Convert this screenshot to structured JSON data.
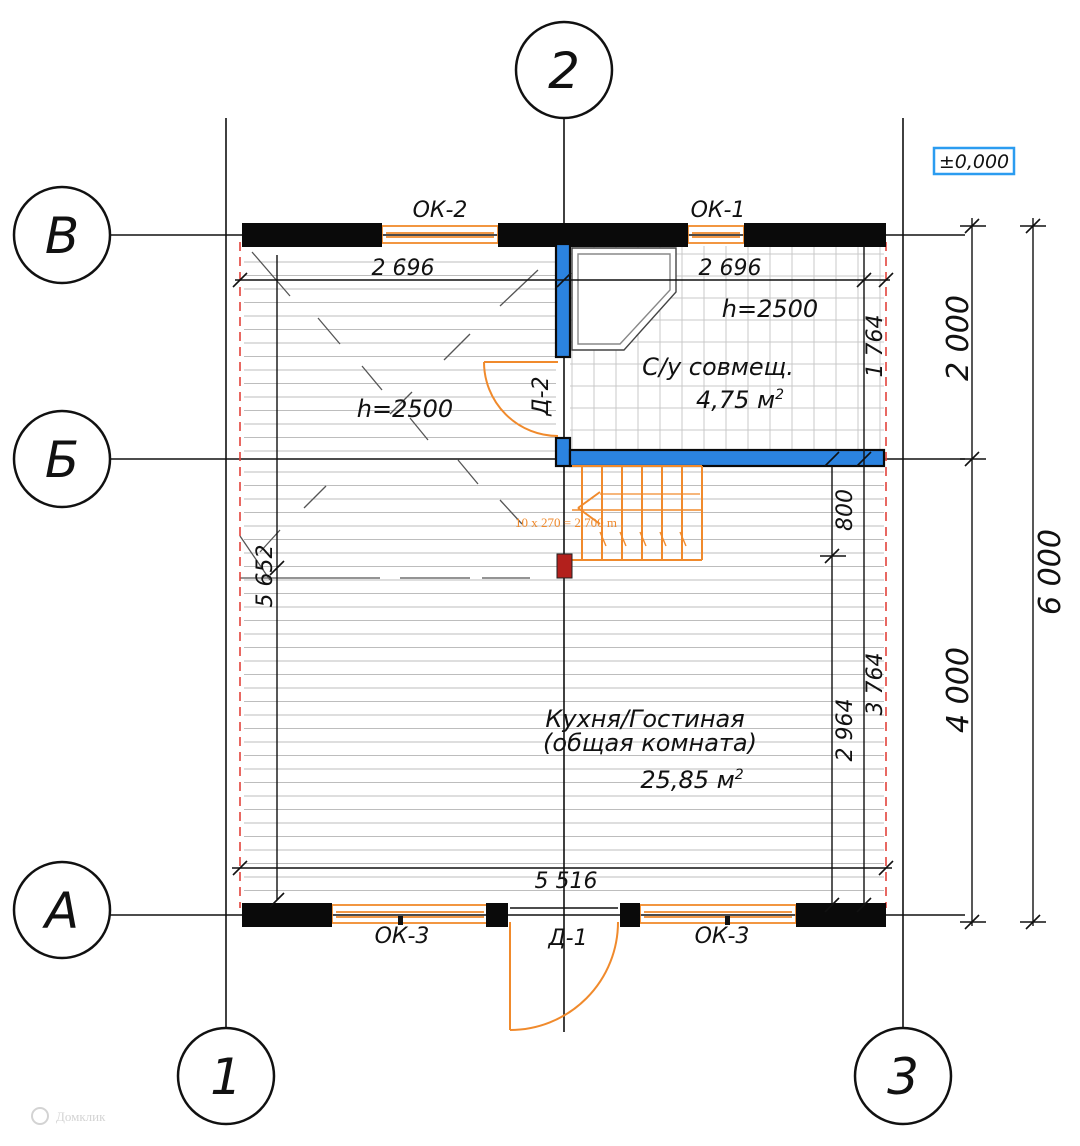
{
  "axes": {
    "vertical": [
      "1",
      "2",
      "3"
    ],
    "horizontal": [
      "В",
      "Б",
      "А"
    ]
  },
  "level_mark": "±0,000",
  "openings": {
    "ok2": "ОК-2",
    "ok1": "ОК-1",
    "ok3_left": "ОК-3",
    "ok3_right": "ОК-3",
    "d1": "Д-1",
    "d2": "Д-2"
  },
  "dimensions": {
    "top_left_width": "2 696",
    "top_right_width": "2 696",
    "bath_depth": "1 764",
    "stair_offset": "800",
    "room_depth_inner": "2 964",
    "room_depth_outer": "3 764",
    "inner_length": "5 652",
    "inner_width": "5 516",
    "span_top": "2 000",
    "span_bottom": "4 000",
    "span_total": "6 000"
  },
  "rooms": {
    "height_left": "h=2500",
    "height_bath": "h=2500",
    "bath_name": "С/у совмещ.",
    "bath_area_value": "4,75 м",
    "bath_area_sup": "2",
    "living_name_1": "Кухня/Гостиная",
    "living_name_2": "(общая комната)",
    "living_area_value": "25,85 м",
    "living_area_sup": "2"
  },
  "stair_note": "10 x 270 = 2 700 m",
  "watermark": "Домклик",
  "colors": {
    "wall": "#0a0a0a",
    "bath_wall": "#2b83e0",
    "opening": "#f08a2c",
    "column": "#b3201c",
    "tile_grid": "#c8c8c8",
    "floor_line": "#bdbdbd",
    "level_box": "#2b9cf0",
    "edge_dash": "#e2433b"
  }
}
